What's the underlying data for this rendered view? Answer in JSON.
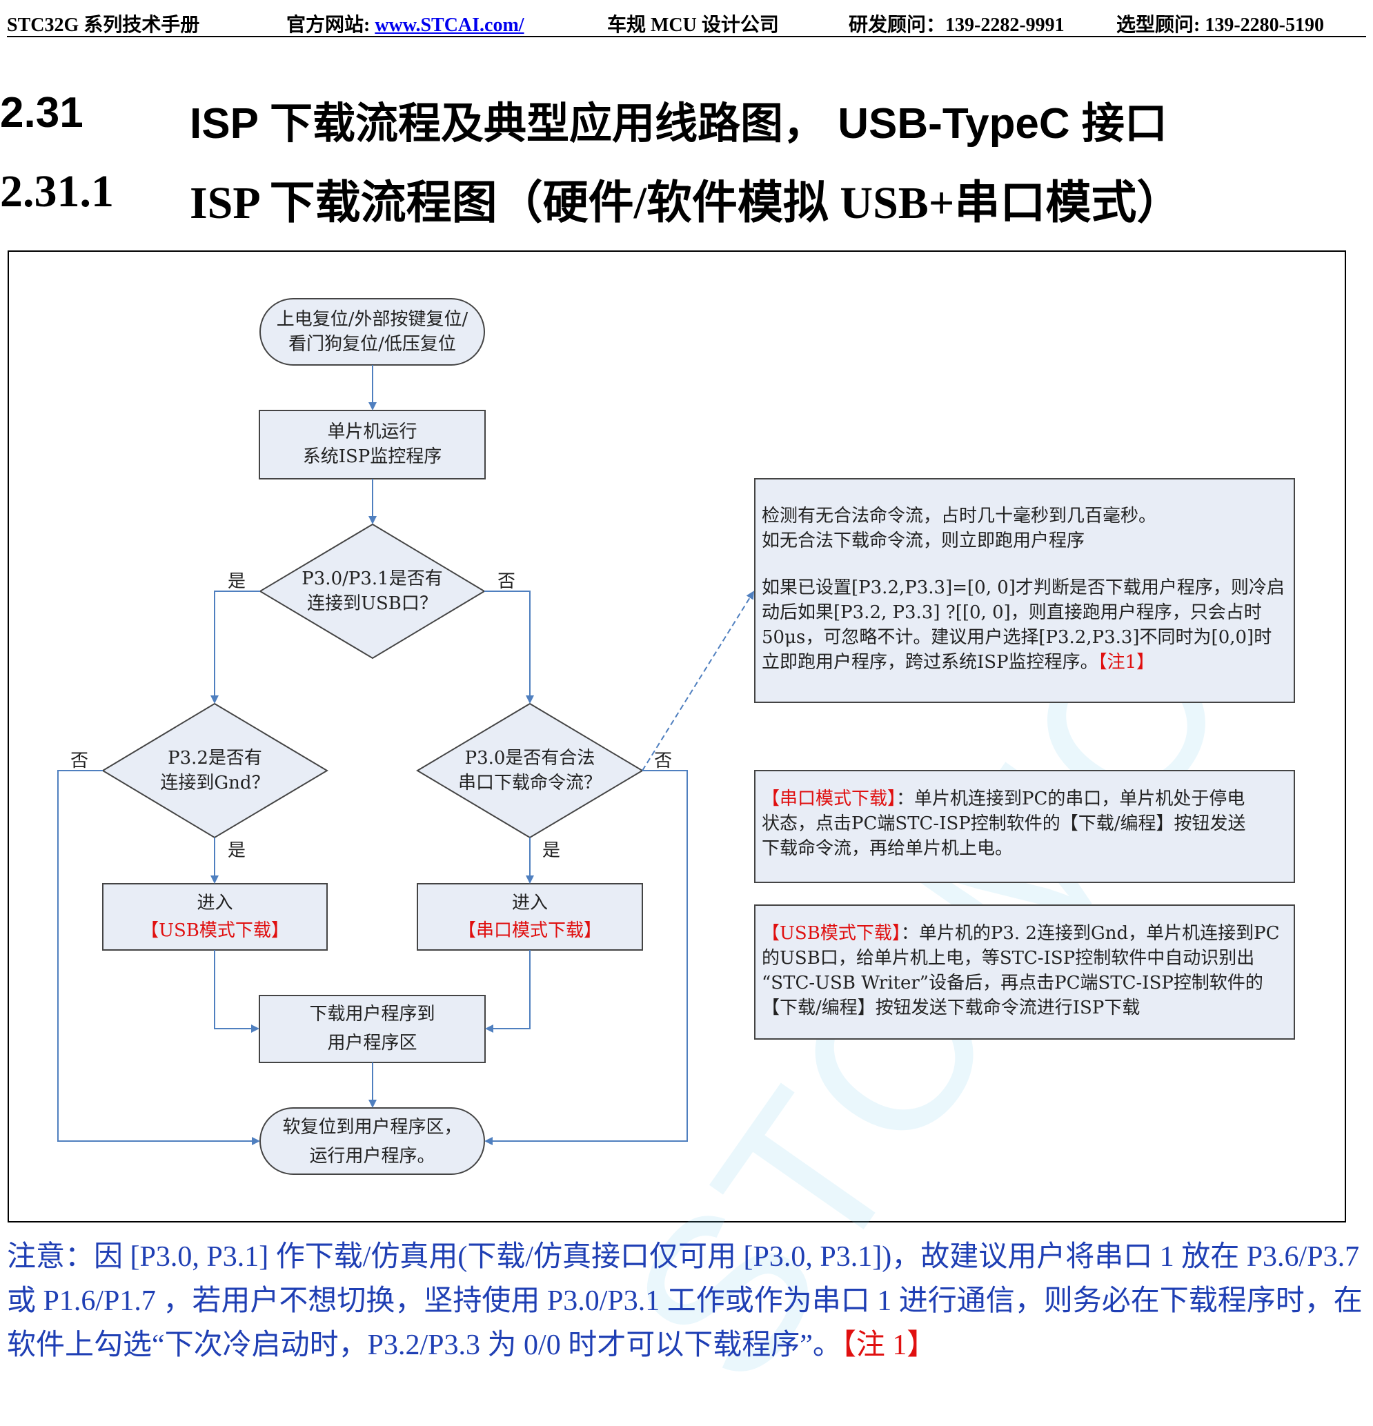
{
  "header": {
    "manual": "STC32G 系列技术手册",
    "site_label": "官方网站: ",
    "site_url": "www.STCAI.com/",
    "company": "车规 MCU 设计公司",
    "rd_contact": "研发顾问：139-2282-9991",
    "sales_contact": "选型顾问: 139-2280-5190"
  },
  "section": {
    "number": "2.31",
    "title": "ISP 下载流程及典型应用线路图， USB-TypeC 接口"
  },
  "subsection": {
    "number": "2.31.1",
    "title": "ISP 下载流程图（硬件/软件模拟 USB+串口模式）"
  },
  "watermark": "STC MCU",
  "flowchart": {
    "start": [
      "上电复位/外部按键复位/",
      "看门狗复位/低压复位"
    ],
    "monitor": [
      "单片机运行",
      "系统ISP监控程序"
    ],
    "decision_usb": [
      "P3.0/P3.1是否有",
      "连接到USB口？"
    ],
    "decision_gnd": [
      "P3.2是否有",
      "连接到Gnd？"
    ],
    "decision_serial": [
      "P3.0是否有合法",
      "串口下载命令流？"
    ],
    "enter_usb": {
      "line1": "进入",
      "line2": "【USB模式下载】"
    },
    "enter_serial": {
      "line1": "进入",
      "line2": "【串口模式下载】"
    },
    "download": [
      "下载用户程序到",
      "用户程序区"
    ],
    "end": [
      "软复位到用户程序区，",
      "运行用户程序。"
    ],
    "labels": {
      "yes": "是",
      "no": "否"
    }
  },
  "side_notes": {
    "detect": {
      "p1": [
        "检测有无合法命令流，占时几十毫秒到几百毫秒。",
        "如无合法下载命令流，则立即跑用户程序"
      ],
      "p2": [
        "如果已设置[P3.2,P3.3]=[0, 0]才判断是否下载用户程序，则冷启",
        "动后如果[P3.2, P3.3] ?[[0, 0]，则直接跑用户程序，只会占时",
        "50μs，可忽略不计。建议用户选择[P3.2,P3.3]不同时为[0,0]时",
        "立即跑用户程序，跨过系统ISP监控程序。"
      ],
      "ref": "【注1】"
    },
    "serial_mode": {
      "tag": "【串口模式下载】",
      "lines": [
        "：单片机连接到PC的串口，单片机处于停电",
        "状态，点击PC端STC-ISP控制软件的【下载/编程】按钮发送",
        "下载命令流，再给单片机上电。"
      ]
    },
    "usb_mode": {
      "tag": "【USB模式下载】",
      "lines": [
        "：单片机的P3. 2连接到Gnd，单片机连接到PC",
        "的USB口，给单片机上电，等STC-ISP控制软件中自动识别出",
        "“STC-USB Writer”设备后，再点击PC端STC-ISP控制软件的",
        "【下载/编程】按钮发送下载命令流进行ISP下载"
      ]
    }
  },
  "footnote": {
    "text": "注意：因 [P3.0, P3.1] 作下载/仿真用(下载/仿真接口仅可用 [P3.0, P3.1])，故建议用户将串口 1 放在 P3.6/P3.7 或 P1.6/P1.7 ，若用户不想切换，坚持使用 P3.0/P3.1 工作或作为串口 1 进行通信，则务必在下载程序时，在软件上勾选“下次冷启动时，P3.2/P3.3 为 0/0 时才可以下载程序”。",
    "ref": "【注 1】"
  },
  "colors": {
    "box_fill": "#e8edf6",
    "line": "#4f7fbf",
    "box_stroke": "#444444",
    "note": "#1f3fb4",
    "accent": "#e01010"
  }
}
